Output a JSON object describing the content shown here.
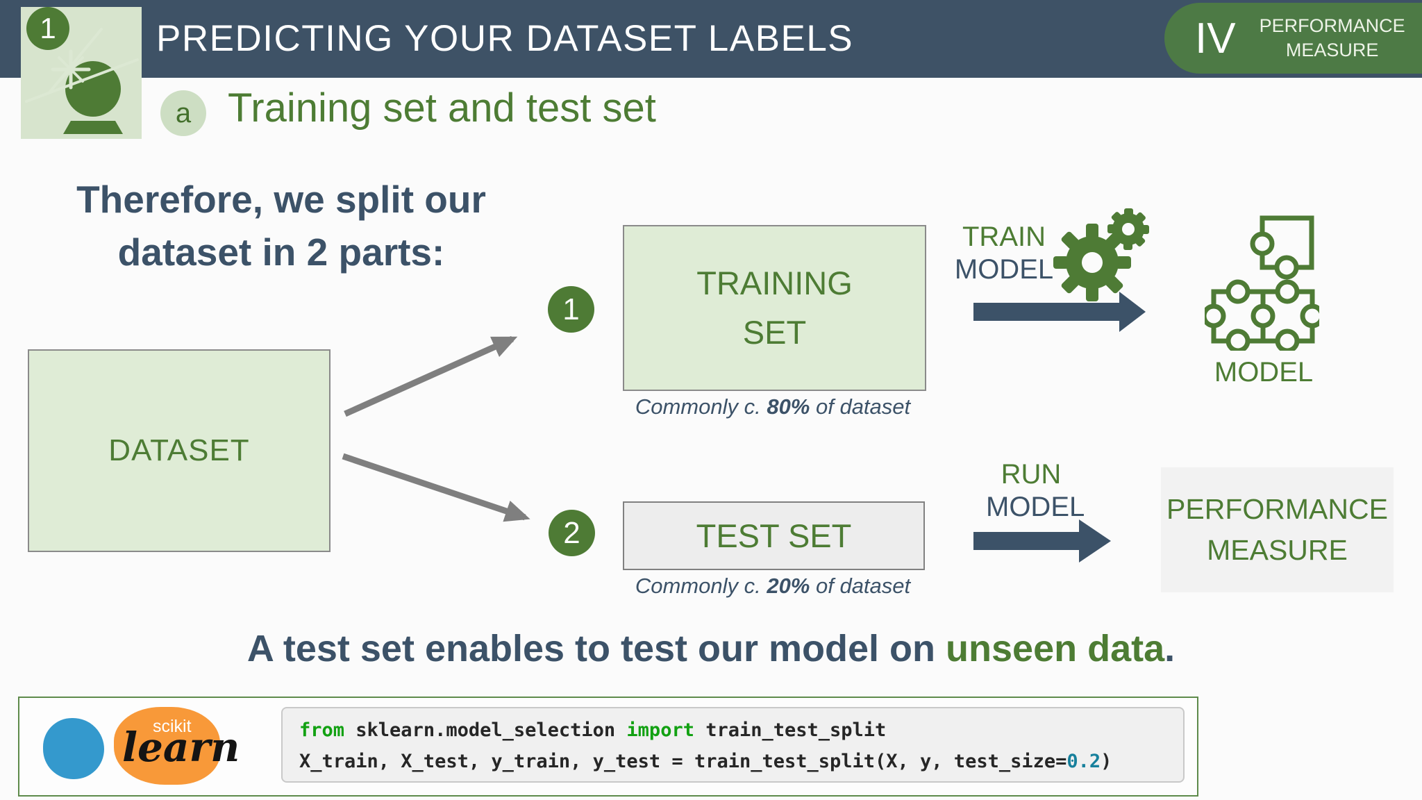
{
  "header": {
    "lesson_number": "1",
    "title": "PREDICTING YOUR DATASET LABELS",
    "section_numeral": "IV",
    "section_label": "PERFORMANCE\nMEASURE"
  },
  "subtitle": {
    "badge": "a",
    "text": "Training set and test set"
  },
  "intro": {
    "text": "Therefore, we split our\ndataset in 2 parts:"
  },
  "diagram": {
    "dataset": {
      "label": "DATASET"
    },
    "branches": [
      {
        "number": "1",
        "box_label": "TRAINING\nSET",
        "note_prefix": "Commonly c. ",
        "note_value": "80%",
        "note_suffix": " of dataset"
      },
      {
        "number": "2",
        "box_label": "TEST SET",
        "note_prefix": "Commonly c. ",
        "note_value": "20%",
        "note_suffix": " of dataset"
      }
    ],
    "train_step": {
      "verb": "TRAIN",
      "noun": "MODEL"
    },
    "run_step": {
      "verb": "RUN",
      "noun": "MODEL"
    },
    "model": {
      "label": "MODEL"
    },
    "performance": {
      "label": "PERFORMANCE\nMEASURE"
    }
  },
  "conclusion": {
    "prefix": "A test set enables to test our model on ",
    "highlight": "unseen data",
    "suffix": "."
  },
  "code_panel": {
    "logo": {
      "top": "scikit",
      "script": "learn"
    },
    "lines": [
      [
        {
          "t": "from",
          "c": "kw"
        },
        {
          "t": " sklearn.model_selection ",
          "c": "pl"
        },
        {
          "t": "import",
          "c": "kw"
        },
        {
          "t": " train_test_split",
          "c": "pl"
        }
      ],
      [
        {
          "t": "X_train, X_test, y_train, y_test = train_test_split(X, y, test_size=",
          "c": "pl"
        },
        {
          "t": "0.2",
          "c": "num"
        },
        {
          "t": ")",
          "c": "pl"
        }
      ]
    ]
  },
  "colors": {
    "header_bar": "#3e5266",
    "section_pill_green": "#4d7a45",
    "accent_green": "#4d7c34",
    "dark_green_fill": "#4e7b35",
    "light_green_fill": "#dfecd6",
    "slate_text": "#3c5268",
    "gray_arrow": "#7f7f7f",
    "code_keyword_green": "#12a112",
    "code_number_teal": "#17809c"
  }
}
